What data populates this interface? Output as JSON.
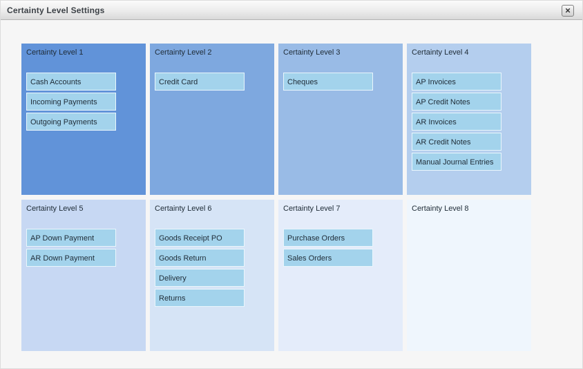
{
  "window": {
    "title": "Certainty Level Settings",
    "close_icon": "×"
  },
  "colors": {
    "item_bg": "#a3d3ec",
    "item_border": "#e9f6fc",
    "titlebar_border": "#b4b4b4",
    "page_bg": "#f6f6f6"
  },
  "panels": [
    {
      "title": "Certainty Level 1",
      "bg": "#6193d9",
      "items": [
        "Cash Accounts",
        "Incoming Payments",
        "Outgoing Payments"
      ]
    },
    {
      "title": "Certainty Level 2",
      "bg": "#7ea8df",
      "items": [
        "Credit Card"
      ]
    },
    {
      "title": "Certainty Level 3",
      "bg": "#99bbe6",
      "items": [
        "Cheques"
      ]
    },
    {
      "title": "Certainty Level 4",
      "bg": "#b4ceee",
      "items": [
        "AP Invoices",
        "AP Credit Notes",
        "AR Invoices",
        "AR Credit Notes",
        "Manual Journal Entries"
      ]
    },
    {
      "title": "Certainty Level 5",
      "bg": "#c7d8f3",
      "items": [
        "AP Down Payment",
        "AR Down Payment"
      ]
    },
    {
      "title": "Certainty Level 6",
      "bg": "#d6e4f6",
      "items": [
        "Goods Receipt PO",
        "Goods Return",
        "Delivery",
        "Returns"
      ]
    },
    {
      "title": "Certainty Level 7",
      "bg": "#e4ecfa",
      "items": [
        "Purchase Orders",
        "Sales Orders"
      ]
    },
    {
      "title": "Certainty Level 8",
      "bg": "#eff6fd",
      "items": []
    }
  ]
}
